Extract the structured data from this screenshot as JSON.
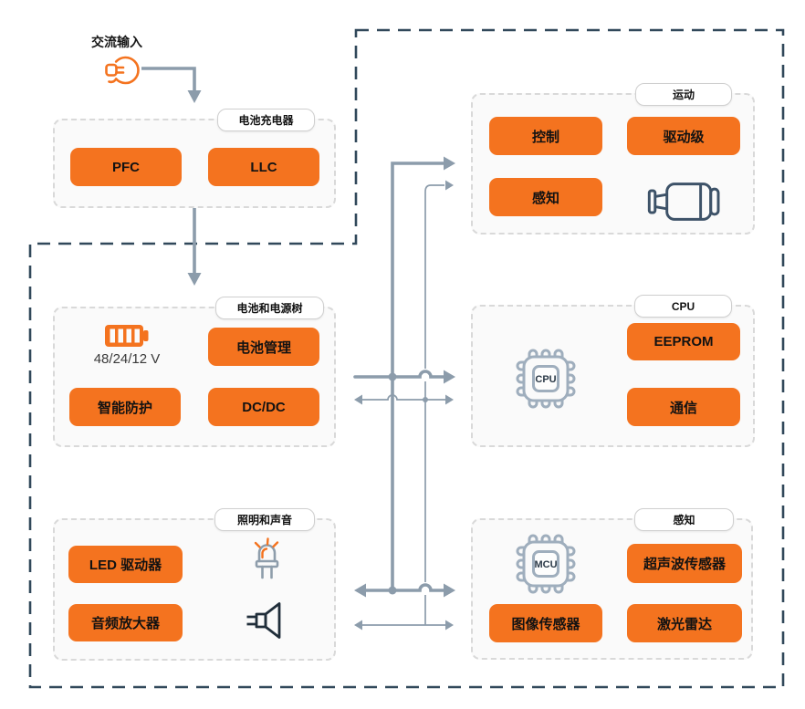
{
  "ac_input": {
    "label": "交流输入"
  },
  "groups": {
    "charger": {
      "tab": "电池充电器",
      "buttons": [
        "PFC",
        "LLC"
      ]
    },
    "power_tree": {
      "tab": "电池和电源树",
      "battery_voltage": "48/24/12 V",
      "buttons": [
        "电池管理",
        "智能防护",
        "DC/DC"
      ]
    },
    "lighting_sound": {
      "tab": "照明和声音",
      "buttons": [
        "LED 驱动器",
        "音频放大器"
      ]
    },
    "motion": {
      "tab": "运动",
      "buttons": [
        "控制",
        "驱动级",
        "感知"
      ]
    },
    "cpu": {
      "tab": "CPU",
      "chip_label": "CPU",
      "buttons": [
        "EEPROM",
        "通信"
      ]
    },
    "perception": {
      "tab": "感知",
      "chip_label": "MCU",
      "buttons": [
        "超声波传感器",
        "图像传感器",
        "激光雷达"
      ]
    }
  },
  "icons": {
    "ac_plug": "plug-icon",
    "battery": "battery-icon",
    "cpu_chip": "chip-icon",
    "mcu_chip": "chip-icon",
    "motor": "motor-icon",
    "led": "led-icon",
    "speaker": "speaker-icon"
  },
  "colors": {
    "accent_orange": "#f4731f",
    "connector_gray": "#8c9cab",
    "outline_dark": "#31485a",
    "icon_gray": "#9faebd",
    "icon_dark_slate": "#3d5268"
  }
}
